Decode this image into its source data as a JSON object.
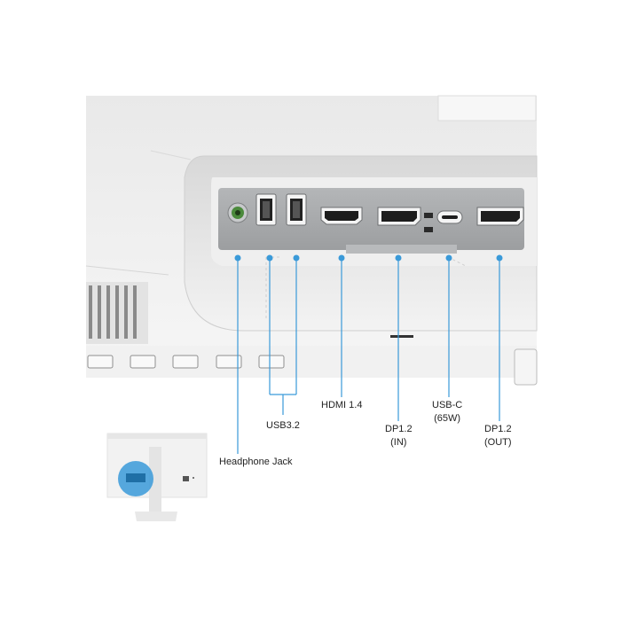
{
  "colors": {
    "background": "#ffffff",
    "monitor_body": "#ececec",
    "port_panel": "#a9abad",
    "callout": "#3a9ad9",
    "text": "#222222"
  },
  "ports": [
    {
      "key": "headphone",
      "icon": "headphone-jack-icon",
      "label": "Headphone Jack"
    },
    {
      "key": "usb_a_1",
      "icon": "usb-a-icon",
      "label": "USB3.2"
    },
    {
      "key": "usb_a_2",
      "icon": "usb-a-icon",
      "label": "USB3.2"
    },
    {
      "key": "hdmi",
      "icon": "hdmi-port-icon",
      "label": "HDMI 1.4"
    },
    {
      "key": "dp_in",
      "icon": "displayport-icon",
      "label_line1": "DP1.2",
      "label_line2": "(IN)"
    },
    {
      "key": "usb_c",
      "icon": "usb-c-icon",
      "label_line1": "USB-C",
      "label_line2": "(65W)"
    },
    {
      "key": "dp_out",
      "icon": "displayport-icon",
      "label_line1": "DP1.2",
      "label_line2": "(OUT)"
    }
  ],
  "labels": {
    "headphone": "Headphone Jack",
    "usb": "USB3.2",
    "hdmi": "HDMI 1.4",
    "dp_in_1": "DP1.2",
    "dp_in_2": "(IN)",
    "usbc_1": "USB-C",
    "usbc_2": "(65W)",
    "dp_out_1": "DP1.2",
    "dp_out_2": "(OUT)"
  }
}
